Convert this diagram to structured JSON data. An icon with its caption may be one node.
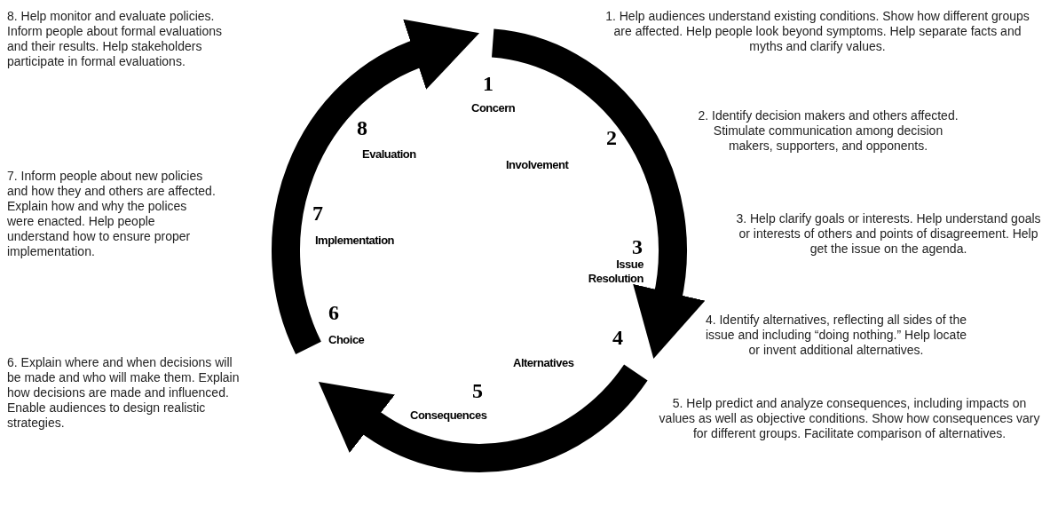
{
  "diagram": {
    "labels": [
      "8.  Help monitor and evaluate policies. Inform people about formal evaluations and their results. Help stakeholders participate in formal evaluations.",
      "1.  Help audiences understand existing conditions. Show how different groups are affected.  Help people look beyond symptoms.  Help separate facts and myths and clarify values.",
      "1",
      "Concern",
      "8",
      "Evaluation",
      "2",
      "Involvement",
      "2.  Identify decision makers and others affected. Stimulate communication among decision makers, supporters, and opponents.",
      "7.  Inform people about new policies and how they and others are affected. Explain how and why the polices were enacted. Help people understand how to ensure proper implementation.",
      "7",
      "Implementation",
      "3",
      "Issue Resolution",
      "3. Help clarify goals or interests.  Help understand goals or interests of others and points of disagreement. Help get the issue on the agenda.",
      "6",
      "Choice",
      "4",
      "Alternatives",
      "4. Identify alternatives, reflecting all sides of the issue and including “doing nothing.” Help locate or invent additional alternatives.",
      "5",
      "Consequences",
      "6.  Explain where and when decisions will be made and who will make them.  Explain how decisions are made and influenced. Enable audiences to design realistic strategies.",
      "5.  Help predict and analyze consequences, including impacts on values as well as objective conditions. Show how consequences vary for different groups. Facilitate comparison of alternatives."
    ]
  }
}
